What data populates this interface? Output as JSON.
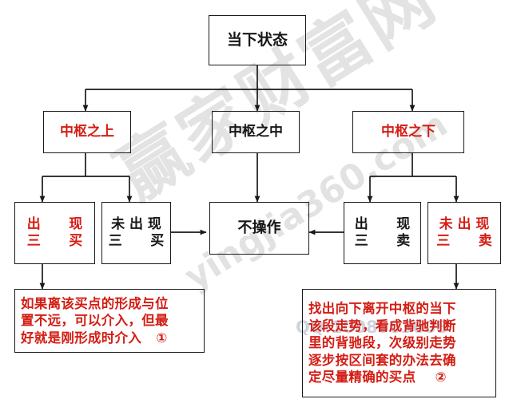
{
  "meta": {
    "bg_color": "#ffffff",
    "border_color": "#1a1a1a",
    "black_text": "#17171a",
    "red_text": "#d41d14"
  },
  "watermark": {
    "cn": "赢家财富网",
    "en": "yingjia360.com",
    "qq": "QQ:1008003608"
  },
  "nodes": {
    "root": {
      "label": "当下状态"
    },
    "level2": [
      {
        "id": "above",
        "label": "中枢之上",
        "color": "red"
      },
      {
        "id": "inside",
        "label": "中枢之中",
        "color": "black"
      },
      {
        "id": "below",
        "label": "中枢之下",
        "color": "red"
      }
    ],
    "level3": [
      {
        "id": "buy3-yes",
        "line1": "出      现",
        "line2": "三      买",
        "color": "red"
      },
      {
        "id": "buy3-no",
        "line1": "未 出 现",
        "line2": "三      买",
        "color": "black"
      },
      {
        "id": "no-action",
        "line1": "不操作",
        "line2": "",
        "color": "black"
      },
      {
        "id": "sell3-yes",
        "line1": "出      现",
        "line2": "三      卖",
        "color": "black"
      },
      {
        "id": "sell3-no",
        "line1": "未 出 现",
        "line2": "三      卖",
        "color": "red"
      }
    ],
    "notes": [
      {
        "id": "note-left",
        "lines": [
          "如果离该买点的形成与位",
          "置不远，可以介入，但最",
          "好就是刚形成时介入   ①"
        ]
      },
      {
        "id": "note-right",
        "lines": [
          "找出向下离开中枢的当下",
          "该段走势，看成背驰判断",
          "里的背驰段，次级别走势",
          "逐步按区间套的办法去确",
          "定尽量精确的买点    ②"
        ]
      }
    ]
  }
}
